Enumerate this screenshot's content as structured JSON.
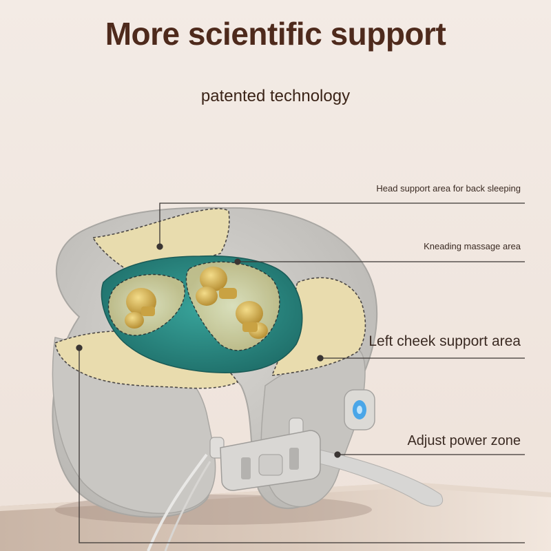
{
  "heading": {
    "title": "More scientific support",
    "subtitle": "patented technology"
  },
  "callouts": [
    {
      "label": "Head support area for back sleeping"
    },
    {
      "label": "Kneading massage area"
    },
    {
      "label": "Left cheek support area"
    },
    {
      "label": "Adjust power zone"
    }
  ],
  "colors": {
    "background": "#f1e6df",
    "title": "#4e2a1c",
    "pillow_fabric": "#cdcbc7",
    "support_zone": "#e9dcae",
    "massage_zone": "#2f8d86",
    "massage_nodes": "#d3b056",
    "button_accent": "#4aa6e8"
  },
  "icons": [
    "power-button-icon"
  ]
}
